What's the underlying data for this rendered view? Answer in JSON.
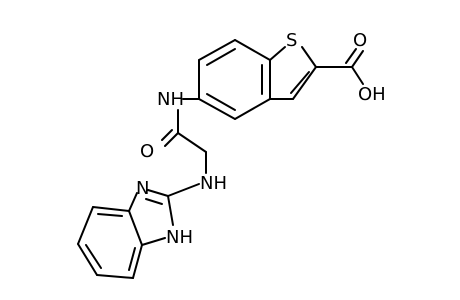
{
  "molecule": {
    "atom_labels": {
      "sulfur": "S",
      "carbonyl_oxygen_acid": "O",
      "hydroxyl": "OH",
      "amide_nitrogen": "NH",
      "amide_oxygen": "O",
      "amine_nitrogen": "NH",
      "imidazole_nitrogen": "N",
      "imidazole_nh": "NH"
    }
  }
}
